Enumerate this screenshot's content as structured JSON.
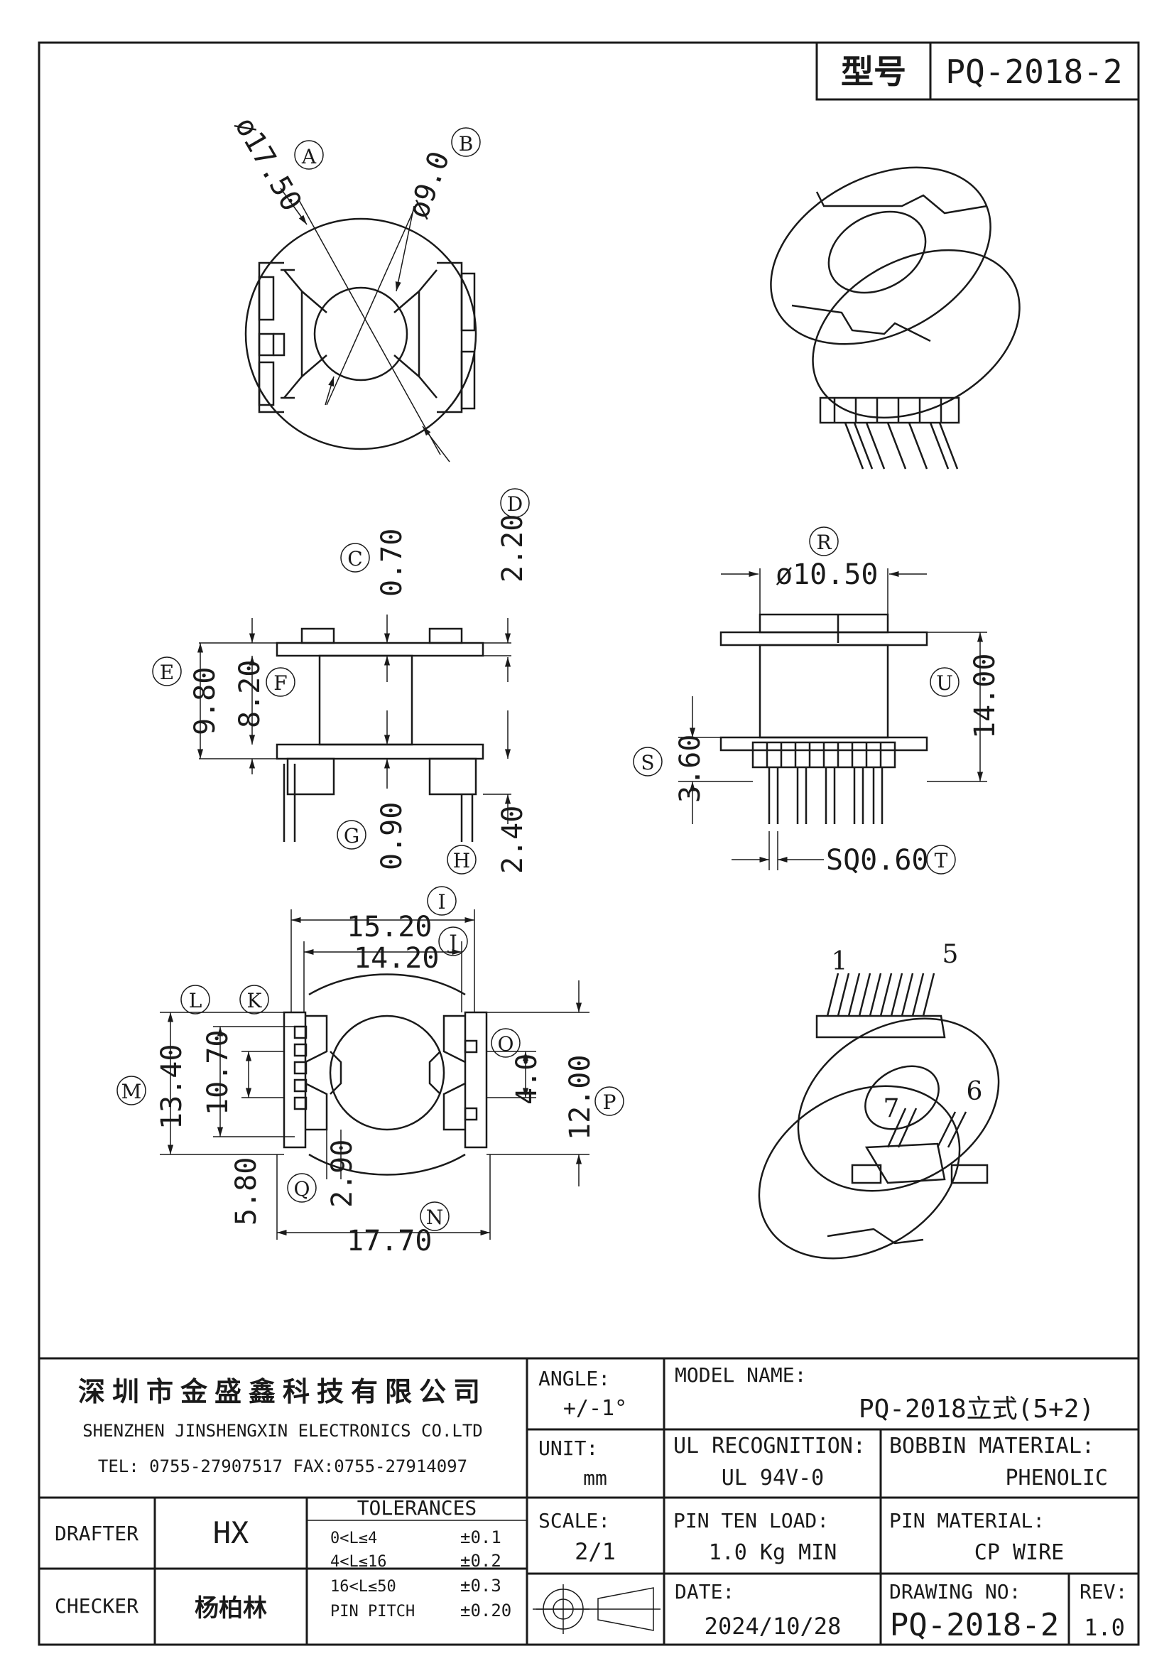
{
  "header": {
    "model_label": "型号",
    "model_value": "PQ-2018-2"
  },
  "top_view": {
    "dia_a": "ø17.50",
    "tag_a": "A",
    "dia_b": "ø9.0",
    "tag_b": "B"
  },
  "side_view": {
    "dim_c": "0.70",
    "tag_c": "C",
    "dim_d": "2.20",
    "tag_d": "D",
    "dim_e": "9.80",
    "tag_e": "E",
    "dim_f": "8.20",
    "tag_f": "F",
    "dim_g": "0.90",
    "tag_g": "G",
    "dim_h": "2.40",
    "tag_h": "H"
  },
  "front_view": {
    "dim_r": "ø10.50",
    "tag_r": "R",
    "dim_u": "14.00",
    "tag_u": "U",
    "dim_s": "3.60",
    "tag_s": "S",
    "dim_t": "SQ0.60",
    "tag_t": "T"
  },
  "bottom_view": {
    "dim_i": "15.20",
    "tag_i": "I",
    "dim_j": "14.20",
    "tag_j": "J",
    "dim_l": "L",
    "dim_k": "K",
    "dim_m": "13.40",
    "tag_m": "M",
    "dim_l_val": "10.70",
    "dim_o": "4.0",
    "tag_o": "O",
    "dim_p": "12.00",
    "tag_p": "P",
    "dim_q": "2.90",
    "tag_q": "Q",
    "dim_580": "5.80",
    "dim_n": "17.70",
    "tag_n": "N"
  },
  "iso_pins": {
    "p1": "1",
    "p5": "5",
    "p6": "6",
    "p7": "7"
  },
  "title_block": {
    "company_cn": "深圳市金盛鑫科技有限公司",
    "company_en": "SHENZHEN JINSHENGXIN ELECTRONICS CO.LTD",
    "contact": "TEL: 0755-27907517   FAX:0755-27914097",
    "angle_label": "ANGLE:",
    "angle_value": "+/-1°",
    "model_name_label": "MODEL NAME:",
    "model_name_value": "PQ-2018立式(5+2)",
    "unit_label": "UNIT:",
    "unit_value": "mm",
    "ul_label": "UL RECOGNITION:",
    "ul_value": "UL 94V-0",
    "bobbin_label": "BOBBIN MATERIAL:",
    "bobbin_value": "PHENOLIC",
    "drafter_label": "DRAFTER",
    "drafter_value": "HX",
    "tolerances_label": "TOLERANCES",
    "tol_rows": [
      {
        "range": "0<L≤4",
        "tol": "±0.1"
      },
      {
        "range": "4<L≤16",
        "tol": "±0.2"
      },
      {
        "range": "16<L≤50",
        "tol": "±0.3"
      },
      {
        "range": "PIN PITCH",
        "tol": "±0.20"
      }
    ],
    "scale_label": "SCALE:",
    "scale_value": "2/1",
    "pin_load_label": "PIN TEN LOAD:",
    "pin_load_value": "1.0 Kg MIN",
    "pin_mat_label": "PIN MATERIAL:",
    "pin_mat_value": "CP WIRE",
    "checker_label": "CHECKER",
    "checker_value": "杨柏林",
    "date_label": "DATE:",
    "date_value": "2024/10/28",
    "drawing_no_label": "DRAWING NO:",
    "drawing_no_value": "PQ-2018-2",
    "rev_label": "REV:",
    "rev_value": "1.0"
  }
}
